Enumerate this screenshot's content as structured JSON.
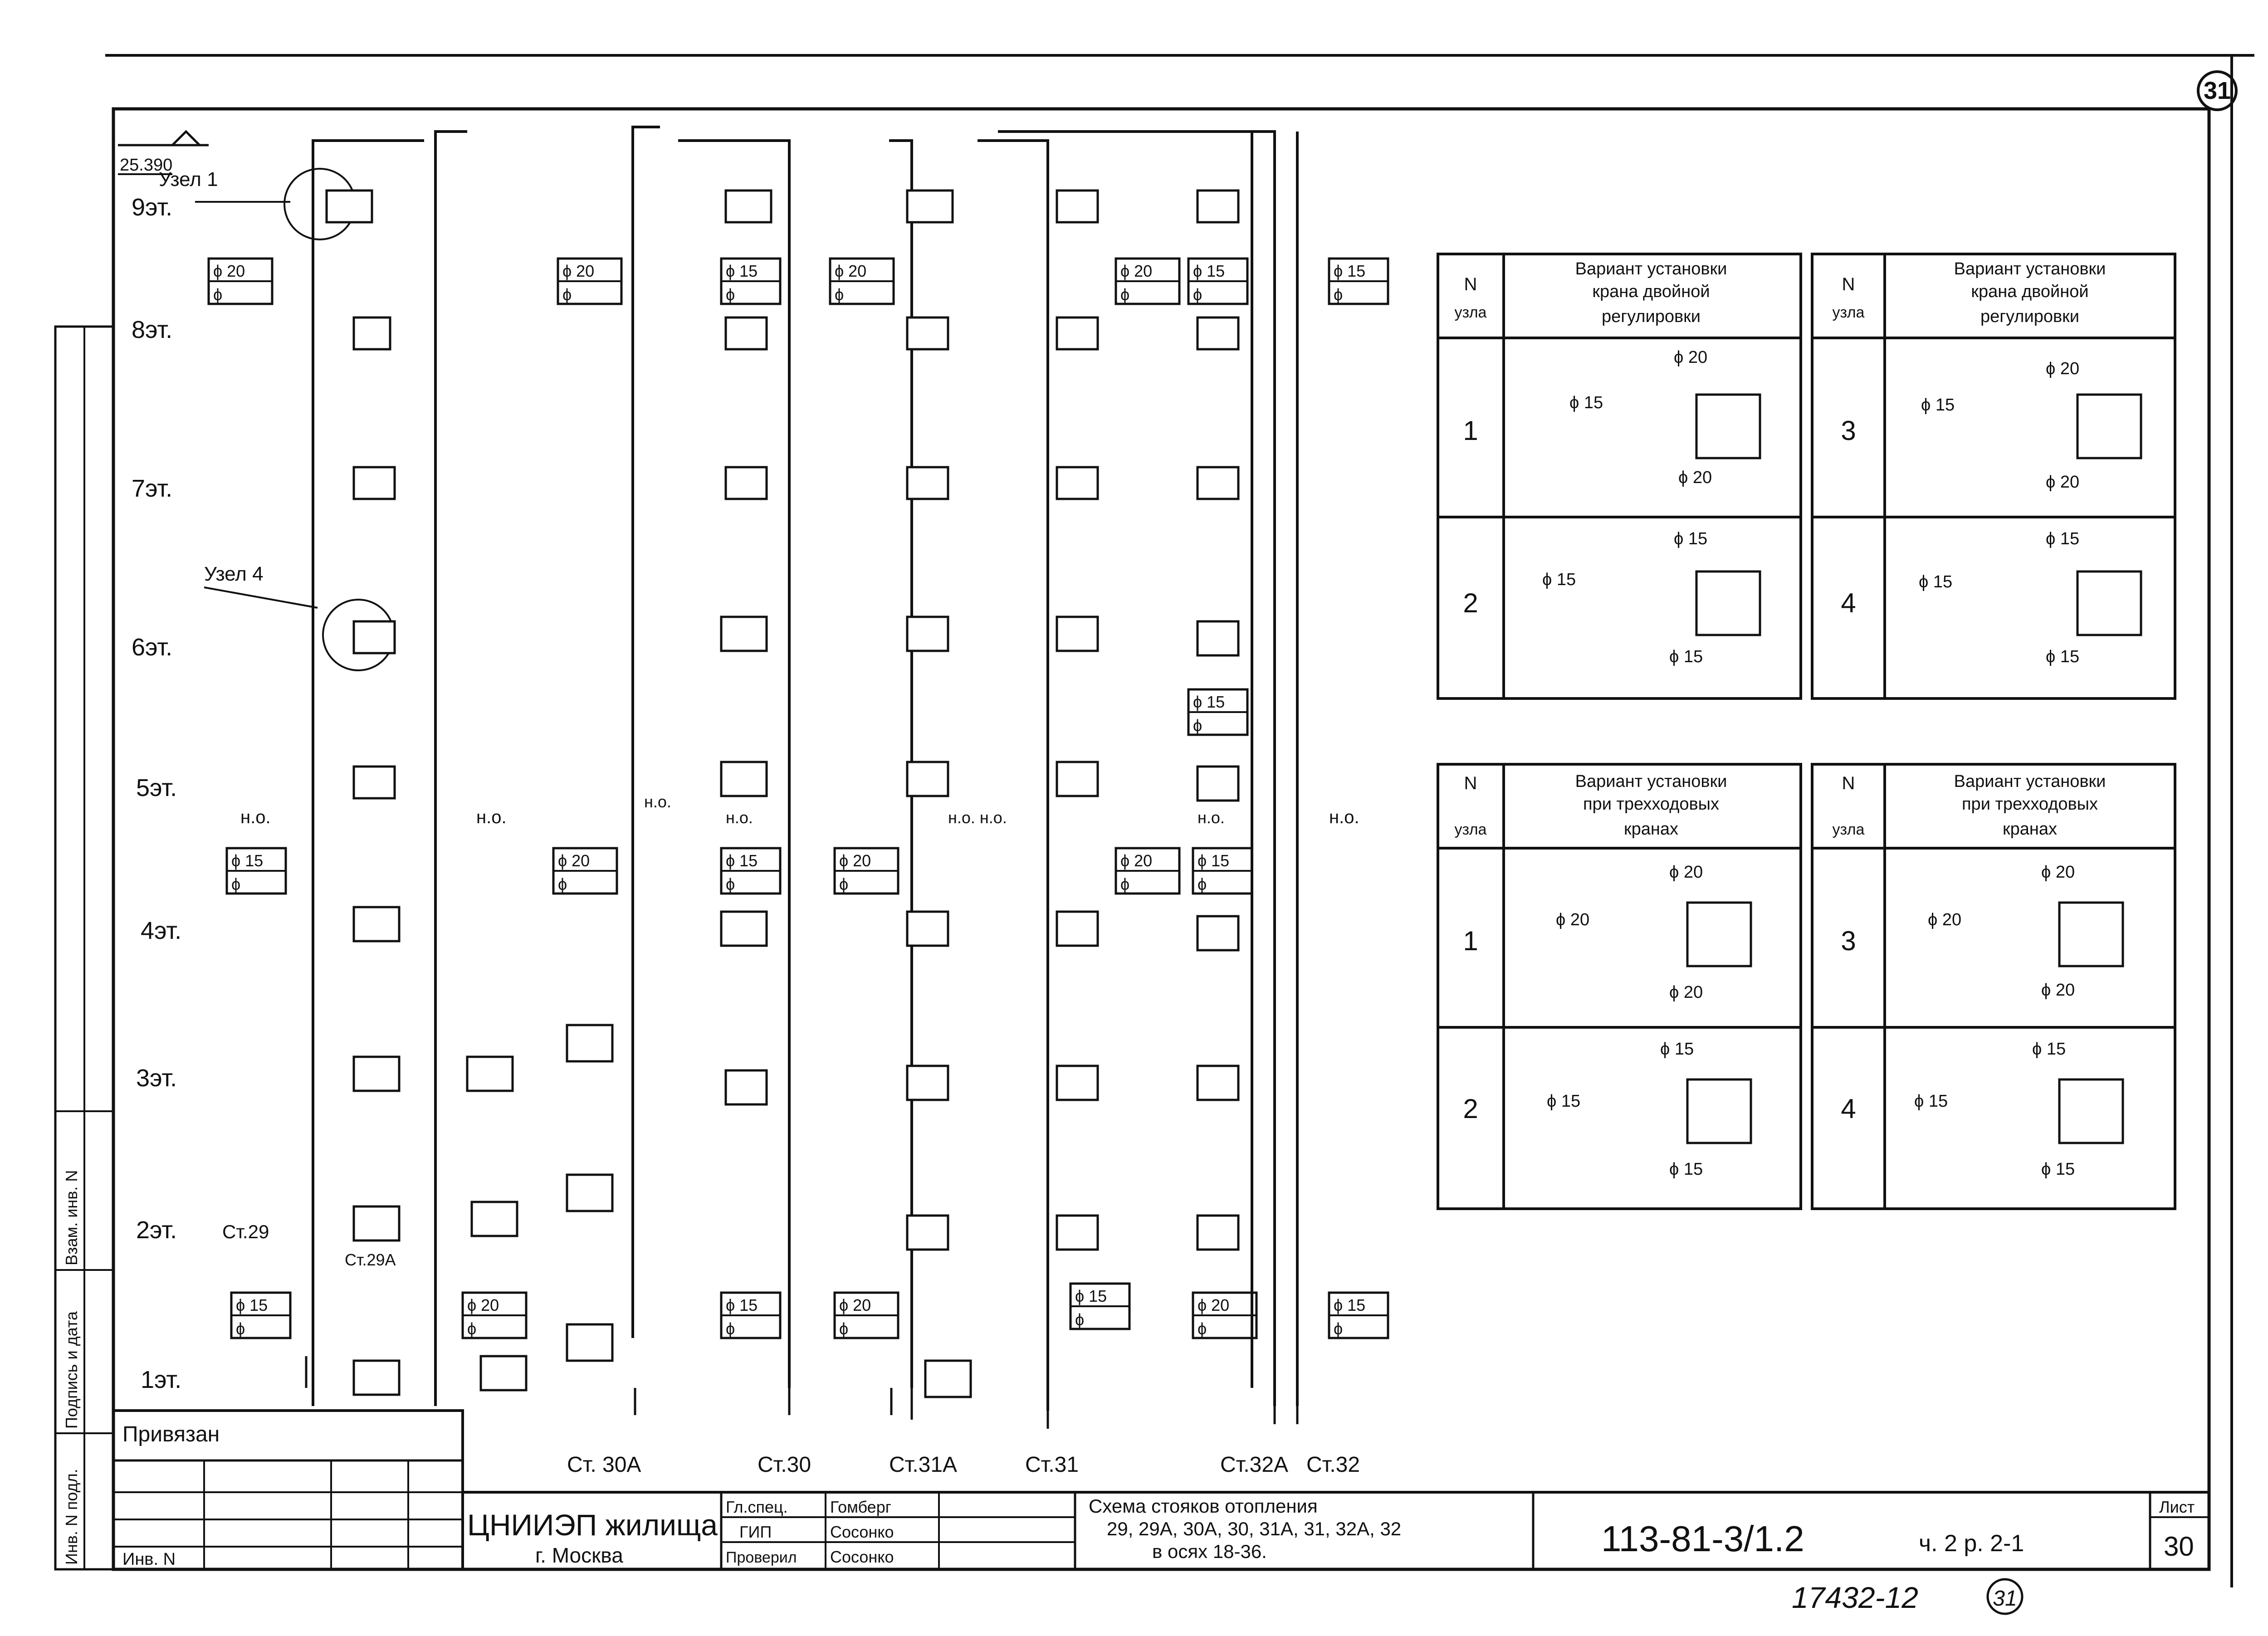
{
  "sheet": {
    "corner_number": "31",
    "elevation": "25.390",
    "stamp_bottom": "17432-12",
    "stamp_bottom_circle": "31"
  },
  "floors": [
    "9эт.",
    "8эт.",
    "7эт.",
    "6эт.",
    "5эт.",
    "4эт.",
    "3эт.",
    "2эт.",
    "1эт."
  ],
  "node_callouts": {
    "node1": "Узел 1",
    "node4": "Узел 4"
  },
  "riser_side_labels": {
    "st29": "Ст.29",
    "st29a": "Ст.29А"
  },
  "no_label": "н.о.",
  "no_label_pair": "н.о. н.о.",
  "riser_labels": [
    "Ст. 30А",
    "Ст.30",
    "Ст.31А",
    "Ст.31",
    "Ст.32А",
    "Ст.32"
  ],
  "dia_boxes": {
    "d20": "ϕ 20",
    "d15": "ϕ 15",
    "empty": "ϕ"
  },
  "tables": {
    "col_n": "N",
    "col_node": "узла",
    "header_double": [
      "Вариант установки",
      "крана двойной",
      "регулировки"
    ],
    "header_three_way": [
      "Вариант установки",
      "при трехходовых",
      "кранах"
    ],
    "rows_left": [
      "1",
      "2"
    ],
    "rows_right": [
      "3",
      "4"
    ],
    "dim_20": "ϕ 20",
    "dim_15": "ϕ 15"
  },
  "title_block": {
    "privyazan": "Привязан",
    "inv_no": "Инв. N",
    "org_name": "ЦНИИЭП жилища",
    "org_city": "г. Москва",
    "roles": [
      "Гл.спец.",
      "ГИП",
      "Проверил"
    ],
    "people": [
      "Гомберг",
      "Сосонко",
      "Сосонко"
    ],
    "title_line1": "Схема стояков отопления",
    "title_line2": "29, 29А, 30А, 30, 31А, 31, 32А, 32",
    "title_line3": "в осях 18-36.",
    "doc_code": "113-81-3/1.2",
    "part": "ч. 2  р. 2-1",
    "sheet_label": "Лист",
    "sheet_no": "30"
  },
  "side_strip": {
    "label1": "Взам. инв. N",
    "label2": "Подпись и дата",
    "label3": "Инв. N подл."
  }
}
